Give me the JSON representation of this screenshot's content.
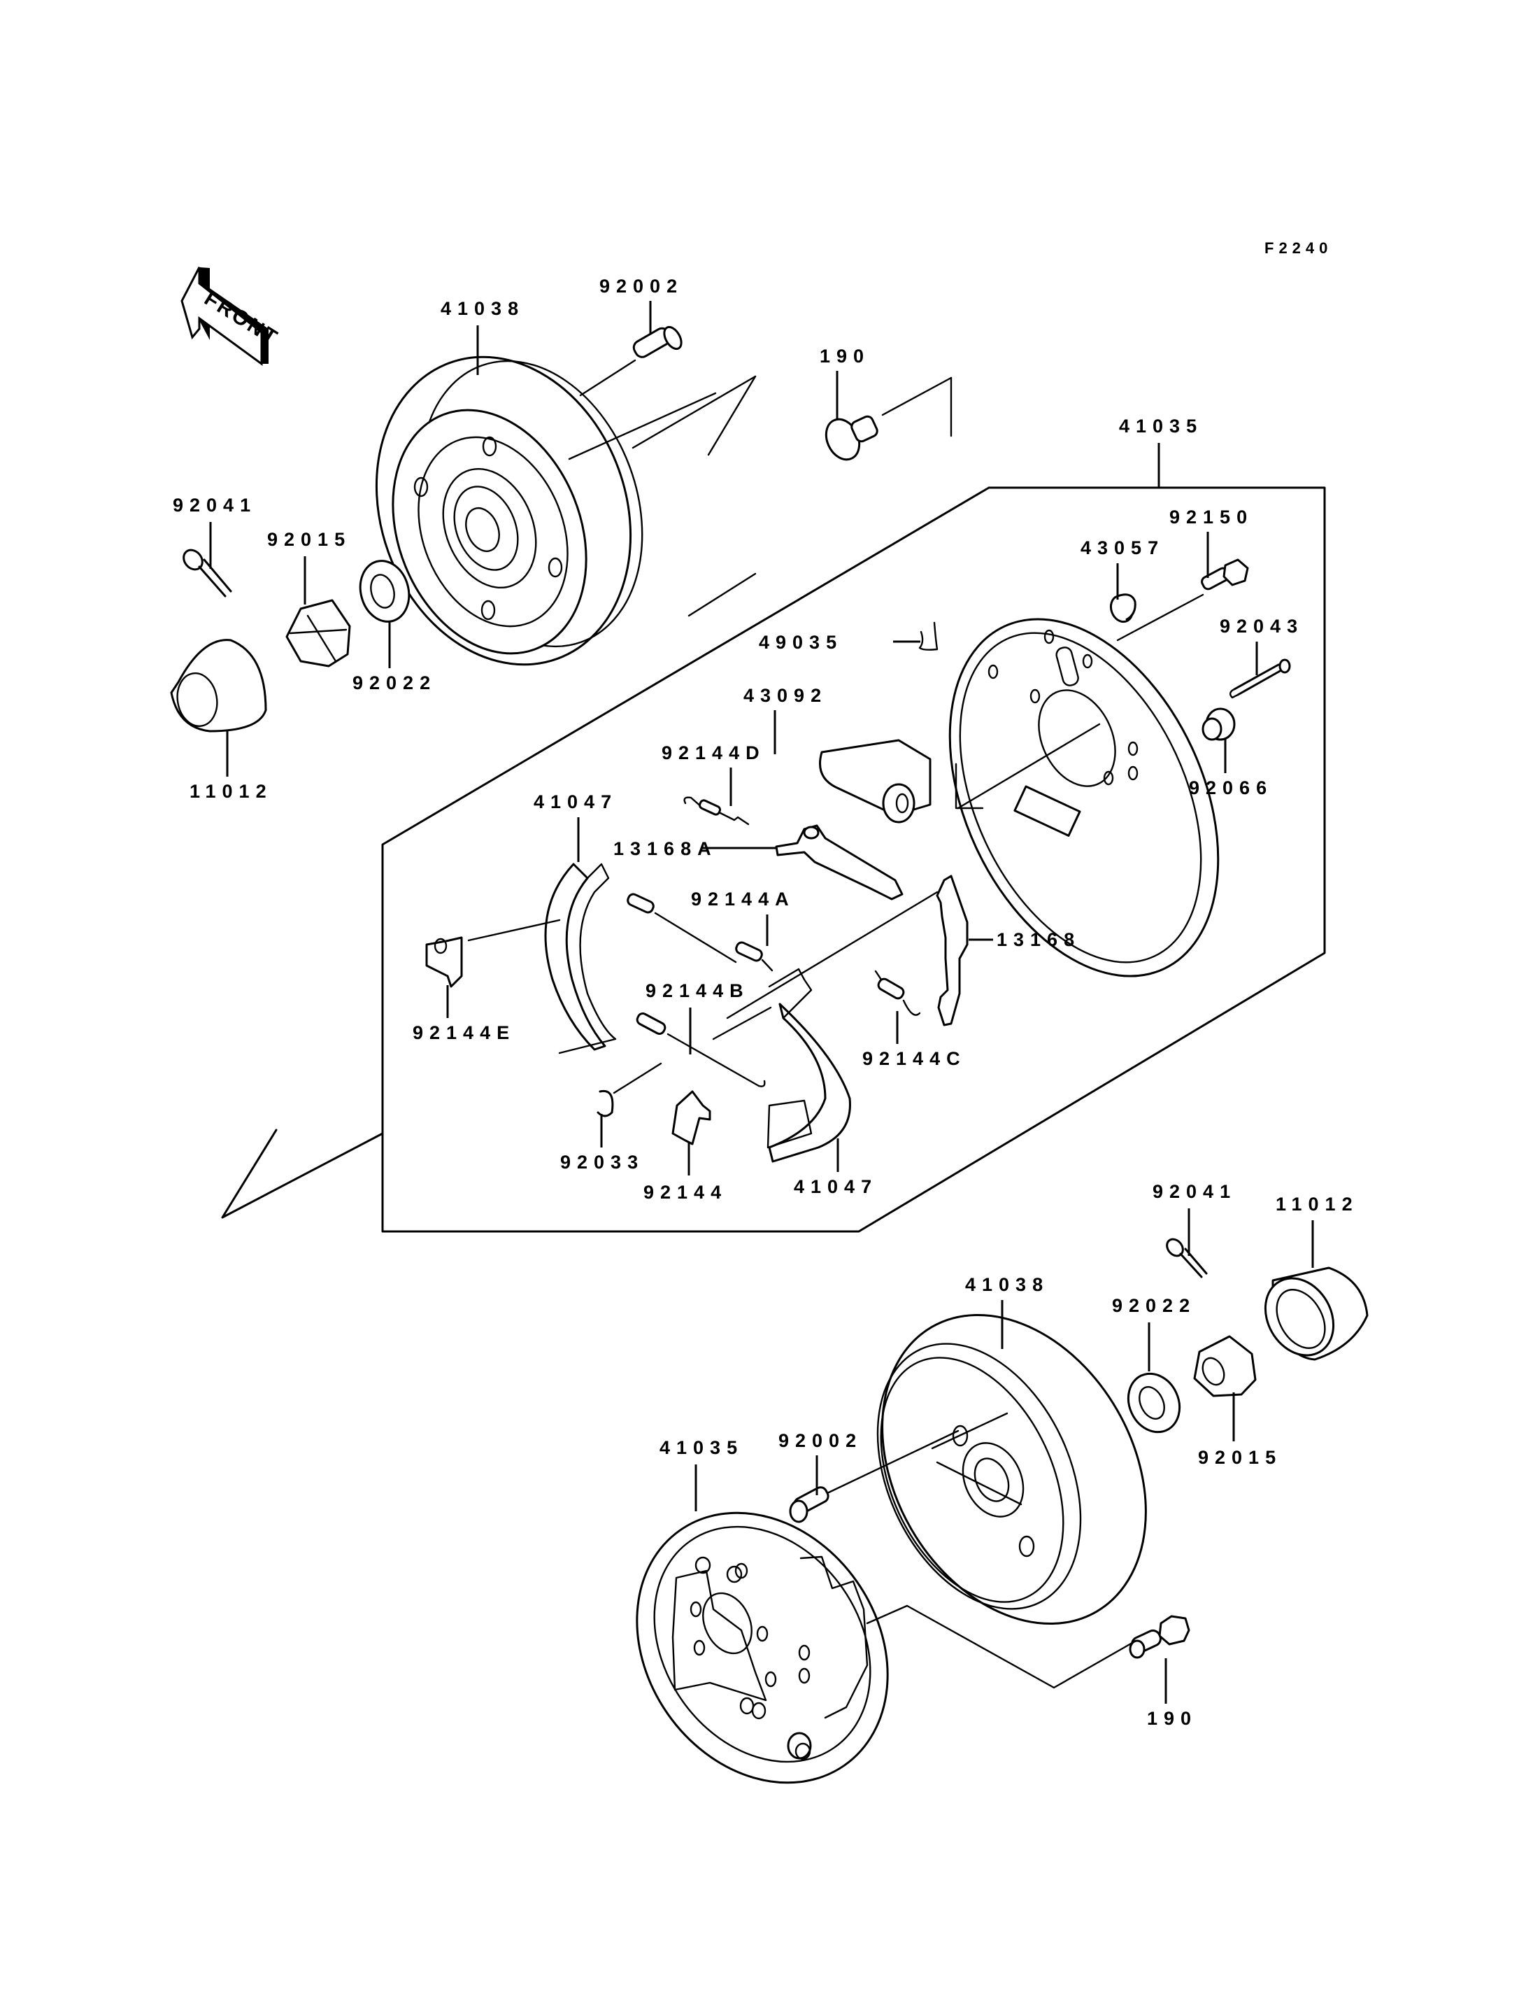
{
  "diagram": {
    "reference_code": "F2240",
    "front_indicator": "FRONT",
    "colors": {
      "line": "#000000",
      "background": "#ffffff"
    },
    "labels": {
      "p41038_top": "41038",
      "p92002_top": "92002",
      "p190_top": "190",
      "p41035_top": "41035",
      "p92041_left": "92041",
      "p92015_left": "92015",
      "p92022_left": "92022",
      "p11012_left": "11012",
      "p92150": "92150",
      "p43057": "43057",
      "p49035": "49035",
      "p92043": "92043",
      "p43092": "43092",
      "p92066": "92066",
      "p92144D": "92144D",
      "p41047_upper": "41047",
      "p13168A": "13168A",
      "p92144A": "92144A",
      "p13168": "13168",
      "p92144E": "92144E",
      "p92144B": "92144B",
      "p92144C": "92144C",
      "p92033": "92033",
      "p92144": "92144",
      "p41047_lower": "41047",
      "p92041_right": "92041",
      "p11012_right": "11012",
      "p41038_bottom": "41038",
      "p92022_right": "92022",
      "p92015_right": "92015",
      "p41035_bottom": "41035",
      "p92002_bottom": "92002",
      "p190_bottom": "190"
    }
  }
}
